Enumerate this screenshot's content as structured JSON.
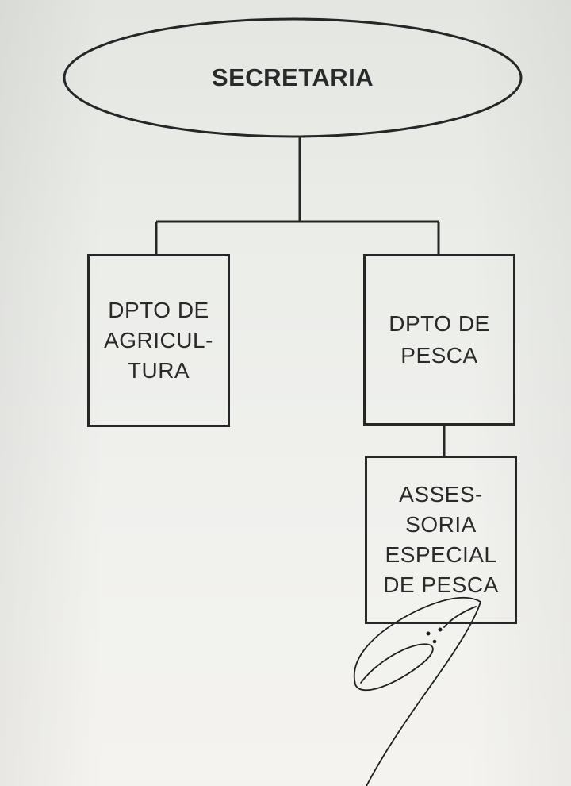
{
  "diagram": {
    "root": {
      "label": "SECRETARIA"
    },
    "departments": [
      {
        "lines": [
          "DPTO DE",
          "AGRICUL-",
          "TURA"
        ]
      },
      {
        "lines": [
          "DPTO DE",
          "PESCA"
        ]
      }
    ],
    "sub_unit": {
      "lines": [
        "ASSES-",
        "SORIA",
        "ESPECIAL",
        "DE PESCA"
      ]
    }
  }
}
